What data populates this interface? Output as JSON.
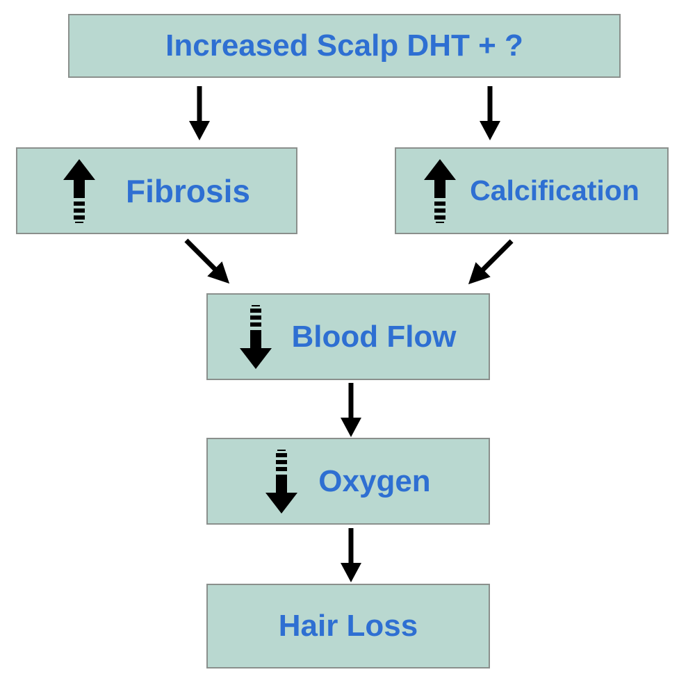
{
  "flowchart": {
    "nodes": {
      "root": {
        "label": "Increased Scalp DHT + ?",
        "trend": "none"
      },
      "fibrosis": {
        "label": "Fibrosis",
        "trend": "increase"
      },
      "calcification": {
        "label": "Calcification",
        "trend": "increase"
      },
      "blood_flow": {
        "label": "Blood Flow",
        "trend": "decrease"
      },
      "oxygen": {
        "label": "Oxygen",
        "trend": "decrease"
      },
      "hair_loss": {
        "label": "Hair Loss",
        "trend": "none"
      }
    },
    "edges": [
      {
        "from": "root",
        "to": "fibrosis"
      },
      {
        "from": "root",
        "to": "calcification"
      },
      {
        "from": "fibrosis",
        "to": "blood_flow"
      },
      {
        "from": "calcification",
        "to": "blood_flow"
      },
      {
        "from": "blood_flow",
        "to": "oxygen"
      },
      {
        "from": "oxygen",
        "to": "hair_loss"
      }
    ],
    "colors": {
      "background": "#ffffff",
      "box_fill": "#b9d8d0",
      "box_border": "#8a8f8c",
      "label_text": "#2e6fd2",
      "arrow_color": "#000000"
    }
  }
}
